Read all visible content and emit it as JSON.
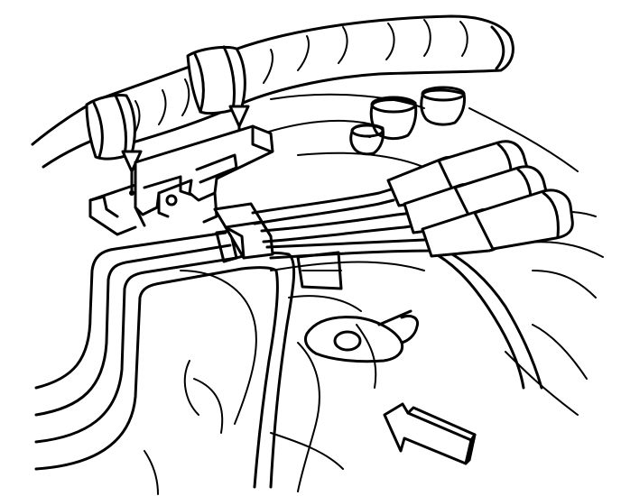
{
  "illustration": {
    "background_color": "#ffffff",
    "line_color": "#000000",
    "components": [
      {
        "name": "heater-hose",
        "icon": "hose-icon"
      },
      {
        "name": "hose-clamp-upper",
        "icon": "clamp-icon"
      },
      {
        "name": "hose-clamp-lower",
        "icon": "clamp-icon"
      },
      {
        "name": "mounting-bracket",
        "icon": "bracket-icon"
      },
      {
        "name": "fuel-line-clip",
        "icon": "clip-icon"
      },
      {
        "name": "fuel-lines",
        "icon": "tube-icon"
      },
      {
        "name": "spark-plug-wires",
        "icon": "wire-icon"
      },
      {
        "name": "spark-plug-boots",
        "icon": "boot-icon"
      },
      {
        "name": "vacuum-caps",
        "icon": "cap-icon"
      },
      {
        "name": "engine-block",
        "icon": "engine-icon"
      },
      {
        "name": "view-direction-arrow",
        "icon": "arrow-icon"
      }
    ]
  }
}
